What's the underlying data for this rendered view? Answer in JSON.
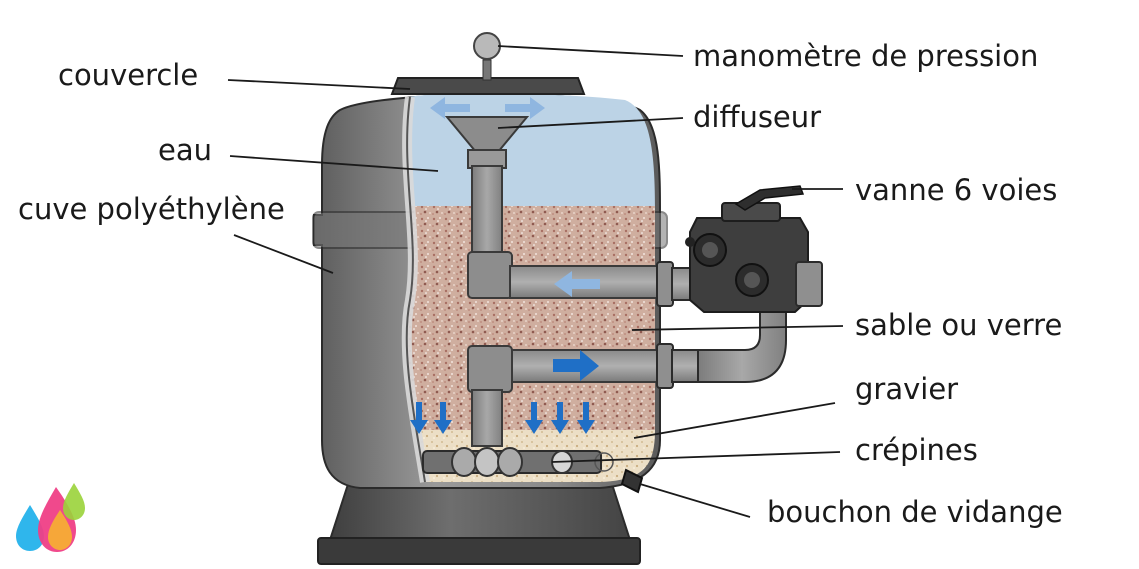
{
  "labels": {
    "manometre": "manomètre de pression",
    "couvercle": "couvercle",
    "diffuseur": "diffuseur",
    "eau": "eau",
    "vanne": "vanne 6 voies",
    "cuve": "cuve polyéthylène",
    "sable": "sable ou verre",
    "gravier": "gravier",
    "crepines": "crépines",
    "bouchon": "bouchon de vidange"
  },
  "colors": {
    "water": "#bcd3e6",
    "sand": "#c7a294",
    "gravel": "#eadbc0",
    "tank_body": "#8c8c8c",
    "tank_dark": "#4f4f4f",
    "pipe": "#9a9a9a",
    "arrow_dark": "#1f6fc6",
    "arrow_light": "#8fb6e0",
    "leader_line": "#1a1a1a"
  },
  "icons": [
    "pressure-gauge-icon",
    "six-way-valve-icon",
    "drain-plug-icon",
    "brand-droplets-logo-icon"
  ]
}
